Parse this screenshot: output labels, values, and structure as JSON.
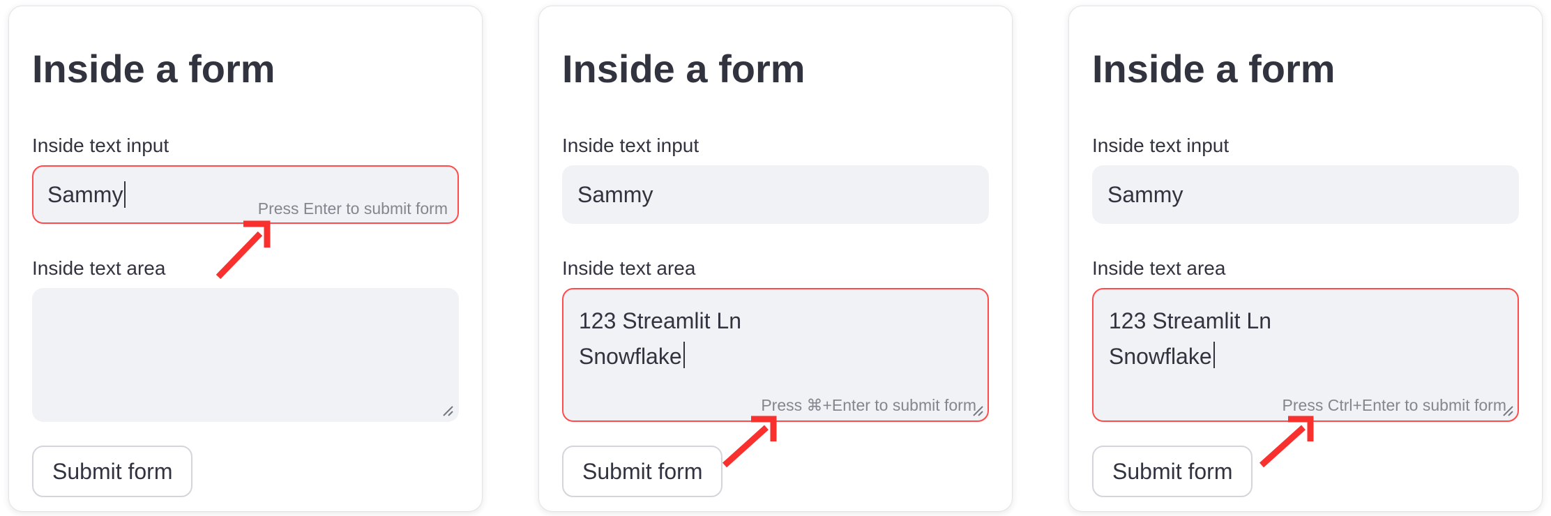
{
  "colors": {
    "primary_focus_red": "#FF4B4B",
    "arrow_red": "#F8312F",
    "text_dark": "#31333F",
    "hint_gray": "#84868f",
    "field_background": "#F0F2F6",
    "card_background": "#FFFFFF"
  },
  "panels": [
    {
      "title": "Inside a form",
      "text_input": {
        "label": "Inside text input",
        "value": "Sammy",
        "hint": "Press Enter to submit form"
      },
      "text_area": {
        "label": "Inside text area",
        "value": ""
      },
      "submit_label": "Submit form"
    },
    {
      "title": "Inside a form",
      "text_input": {
        "label": "Inside text input",
        "value": "Sammy"
      },
      "text_area": {
        "label": "Inside text area",
        "line1": "123 Streamlit Ln",
        "line2": "Snowflake",
        "hint": "Press ⌘+Enter to submit form"
      },
      "submit_label": "Submit form"
    },
    {
      "title": "Inside a form",
      "text_input": {
        "label": "Inside text input",
        "value": "Sammy"
      },
      "text_area": {
        "label": "Inside text area",
        "line1": "123 Streamlit Ln",
        "line2": "Snowflake",
        "hint": "Press Ctrl+Enter to submit form"
      },
      "submit_label": "Submit form"
    }
  ]
}
